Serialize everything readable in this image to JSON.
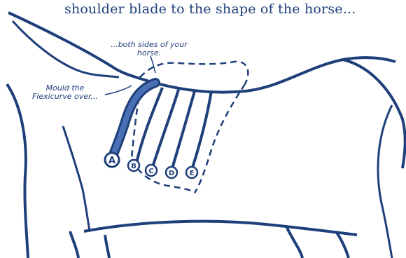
{
  "caption": "shoulder blade to the shape of the horse...",
  "notes": {
    "mould": "Mould the Flexicurve over...",
    "both_sides": "...both sides of your horse."
  },
  "markers": [
    {
      "label": "A"
    },
    {
      "label": "B"
    },
    {
      "label": "C"
    },
    {
      "label": "D"
    },
    {
      "label": "E"
    }
  ],
  "colors": {
    "ink": "#1f3f7a",
    "flexicurve": "#4a6fb5",
    "background": "#ffffff"
  }
}
